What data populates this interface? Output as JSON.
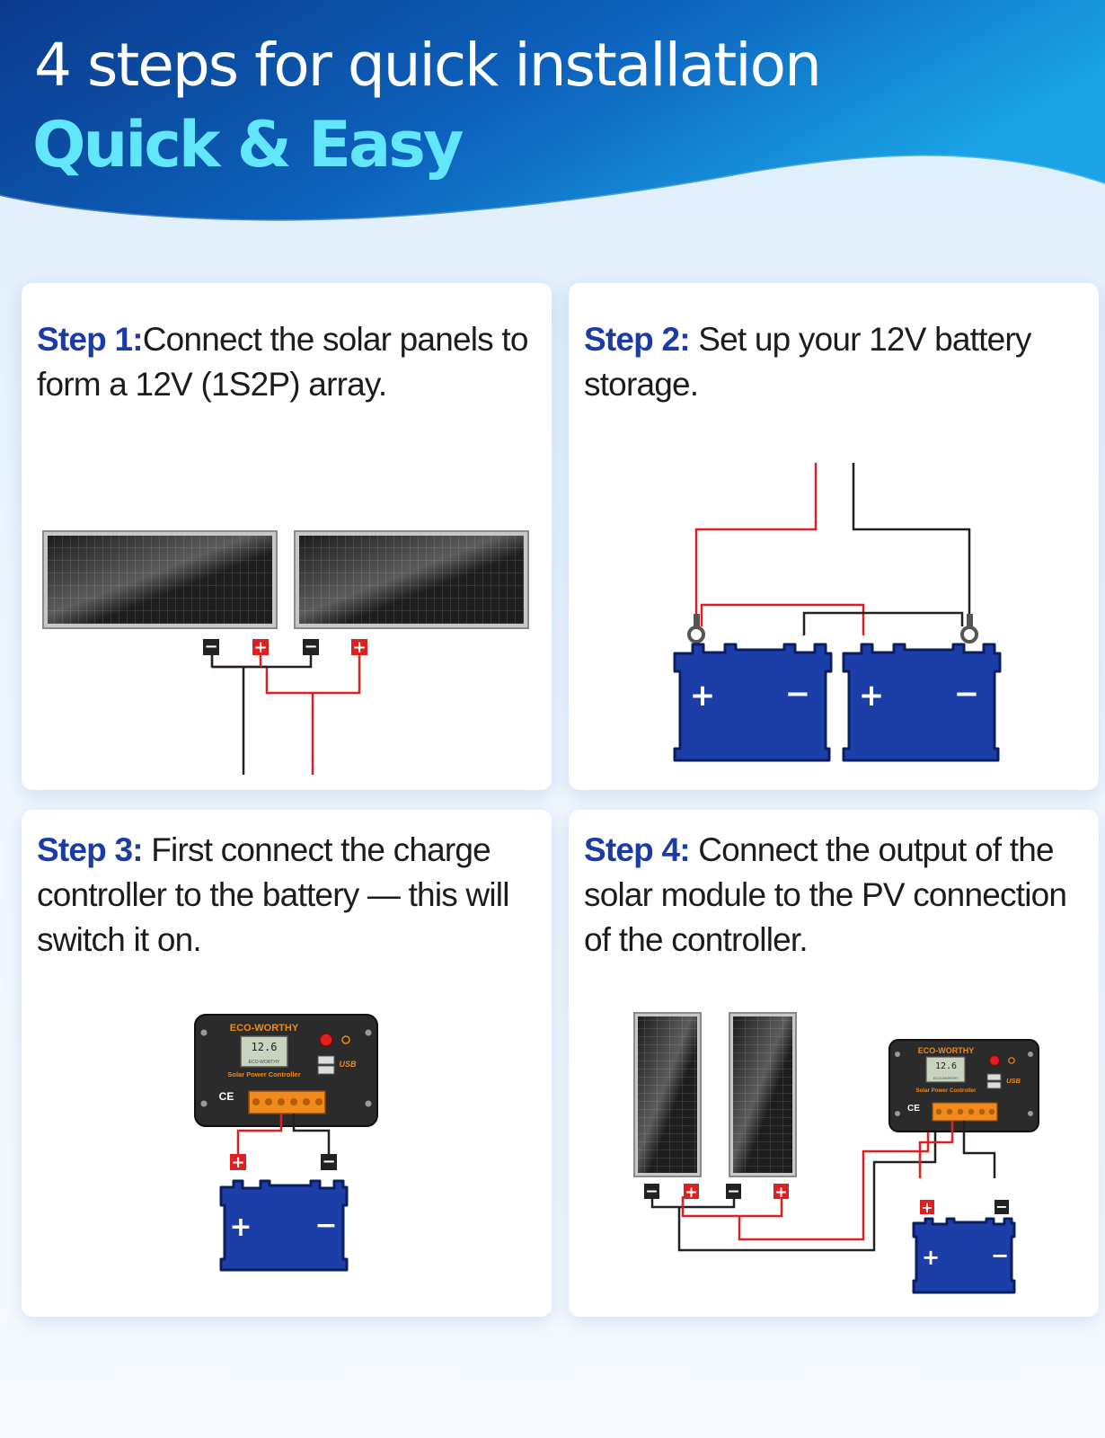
{
  "header": {
    "title": "4 steps for quick installation",
    "subtitle": "Quick & Easy"
  },
  "steps": [
    {
      "label": "Step 1:",
      "text": "Connect the solar panels to form a 12V (1S2P) array.",
      "symbols": [
        "−",
        "+",
        "−",
        "+"
      ]
    },
    {
      "label": "Step 2:",
      "text": " Set up your 12V battery storage.",
      "symbols": [
        "+",
        "−",
        "+",
        "−"
      ]
    },
    {
      "label": "Step 3:",
      "text": " First connect the charge controller to the battery — this will switch it on.",
      "symbols": [
        "+",
        "−",
        "+",
        "−"
      ],
      "controller": {
        "brand": "ECO-WORTHY",
        "display": "12.6",
        "display_sub": "ECO-WORTHY",
        "name": "Solar Power Controller",
        "usb": "USB",
        "ce": "CE"
      }
    },
    {
      "label": "Step 4:",
      "text": " Connect the output of the solar module to the PV connection of the controller.",
      "symbols": [
        "−",
        "+",
        "−",
        "+",
        "+",
        "−",
        "+",
        "−"
      ],
      "controller": {
        "brand": "ECO-WORTHY",
        "display": "12.6",
        "display_sub": "ECO-WORTHY",
        "name": "Solar Power Controller",
        "usb": "USB",
        "ce": "CE"
      }
    }
  ],
  "colors": {
    "header_dark": "#0b3a8c",
    "header_light": "#1aa4e6",
    "accent_cyan": "#62e6fb",
    "step_label": "#1b3ba6",
    "battery_blue": "#1b3ea8",
    "wire_red": "#e02020",
    "wire_black": "#222222",
    "terminal_orange": "#f08a1c"
  },
  "icons": [
    "solar-panel-icon",
    "battery-icon",
    "charge-controller-icon",
    "ring-terminal-icon"
  ]
}
